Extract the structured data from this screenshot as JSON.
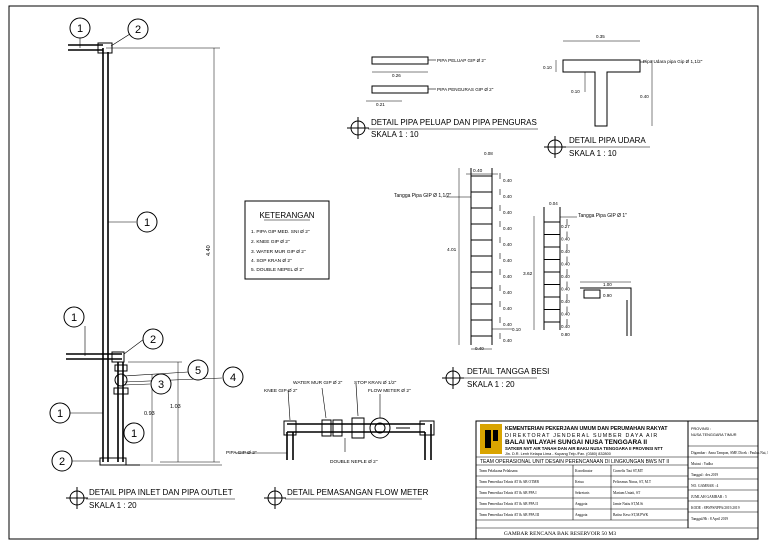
{
  "callouts": {
    "n1": "1",
    "n2": "2",
    "n3": "3",
    "n4": "4",
    "n5": "5"
  },
  "inlet": {
    "title": "DETAIL PIPA INLET DAN PIPA OUTLET",
    "scale": "SKALA 1 : 20",
    "dim_total": "4.40",
    "dim_103": "1.03",
    "dim_093": "0.93"
  },
  "keterangan": {
    "title": "KETERANGAN",
    "items": [
      "1.   PIPA GIP MED. SNI Ø 2\"",
      "2.   KNEE GIP Ø 2\"",
      "3.   WATER MUR GIP Ø 2\"",
      "4.   SOP KRAN Ø 2\"",
      "5.   DOUBLE NEPEL Ø 2\""
    ]
  },
  "peluap": {
    "title": "DETAIL PIPA PELUAP DAN PIPA PENGURAS",
    "scale": "SKALA 1 : 10",
    "label_peluap": "PIPA PELUAP GIP  Ø 2\"",
    "label_penguras": "PIPA PENGURAS GIP Ø 2\"",
    "dim_a": "0.26",
    "dim_b": "0.21"
  },
  "udara": {
    "title": "DETAIL PIPA UDARA",
    "scale": "SKALA 1 : 10",
    "label": "Pipa Udara pipa Gip  Ø 1,1/2\"",
    "dim_top": "0.35",
    "dim_left": "0.10",
    "dim_inner": "0.10",
    "dim_right": "0.40"
  },
  "tangga": {
    "title": "DETAIL TANGGA BESI",
    "scale": "SKALA 1 : 20",
    "label_a": "Tangga  Pipa GIP Ø 1,1/2\"",
    "label_b": "Tangga  Pipa GIP Ø 1\"",
    "dim_a_height": "4.01",
    "dim_a_width": "0.40",
    "dim_a_bottom": "0.40",
    "dim_a_top": "0.08",
    "dim_a_step": "0.40",
    "dim_a_foot": "0.10",
    "dim_b_height": "3.62",
    "dim_b_top": "0.04",
    "dim_b_first": "0.27",
    "dim_b_step": "0.40",
    "dim_b_foot": "0.80",
    "dim_b_len": "1.00",
    "dim_b_base": "0.90"
  },
  "flow": {
    "title": "DETAIL PEMASANGAN FLOW METER",
    "label_water_mur": "WATER MUR GIP Ø 2\"",
    "label_stop_kran": "STOP KRAN Ø 1/2\"",
    "label_flow_meter": "FLOW METER Ø 2\"",
    "label_knee": "KNEE GIP Ø 2\"",
    "label_pipa": "PIPA GIP Ø 2\"",
    "label_double": "DOUBLE NEPLE Ø 2\""
  },
  "titleblock": {
    "org_line1": "KEMENTERIAN PEKERJAAN UMUM DAN PERUMAHAN RAKYAT",
    "org_line2": "DIREKTORAT JENDERAL SUMBER DAYA AIR",
    "org_line3": "BALAI WILAYAH SUNGAI NUSA TENGGARA II",
    "org_line4": "SATKER NVT AIR TANAH DAN AIR BAKU NUSA TENGGARA II PROVINSI NTT",
    "org_line5": "Jln. D.R. Lenh Kelapa Lima - Kupang Telp./Fax. (0380) 832800",
    "team": "TEAM OPERASIONAL UNIT DESAIN PERENCANAAN DI LINGKUNGAN BWS NT II",
    "rows": [
      [
        "Team Pelaksana Pelaksana",
        "Koordinator",
        "Cornelis Tasi ST,MT"
      ],
      [
        "Team Pemeriksa Teknis AT & AB OTMB",
        "Ketua",
        "Peliosmus Ninus, ST, M.T"
      ],
      [
        "Team Pemeriksa Teknis AT & AB PPA I",
        "Sekretaris",
        "Mariam Uniati, ST"
      ],
      [
        "Team Pemeriksa Teknis AT & AB PPA II",
        "Anggota",
        "Jamie Natiu ST,M.Si"
      ],
      [
        "Team Pemeriksa Teknis AT & AB PPA III",
        "Anggota",
        "Batiso Keso ST,M.PWK"
      ]
    ],
    "right_top": [
      "PROVINSI :",
      "NUSA TENGGARA TIMUR"
    ],
    "right_rows": [
      "Digambar : Anna Tampon, SME   Dicek : Paulus Nai, ST",
      "Mutasi :  Yudha",
      "Tanggal : des.2019",
      "NO. GAMBAR : 4",
      "JUMLAH GAMBAR : 5",
      "KODE : 8P0/PSNPPA/2019.2019",
      "Tanggal/Ht : 8 April 2019"
    ],
    "drawing_title": "GAMBAR RENCANA  BAK RESERVOIR 50 M3"
  }
}
